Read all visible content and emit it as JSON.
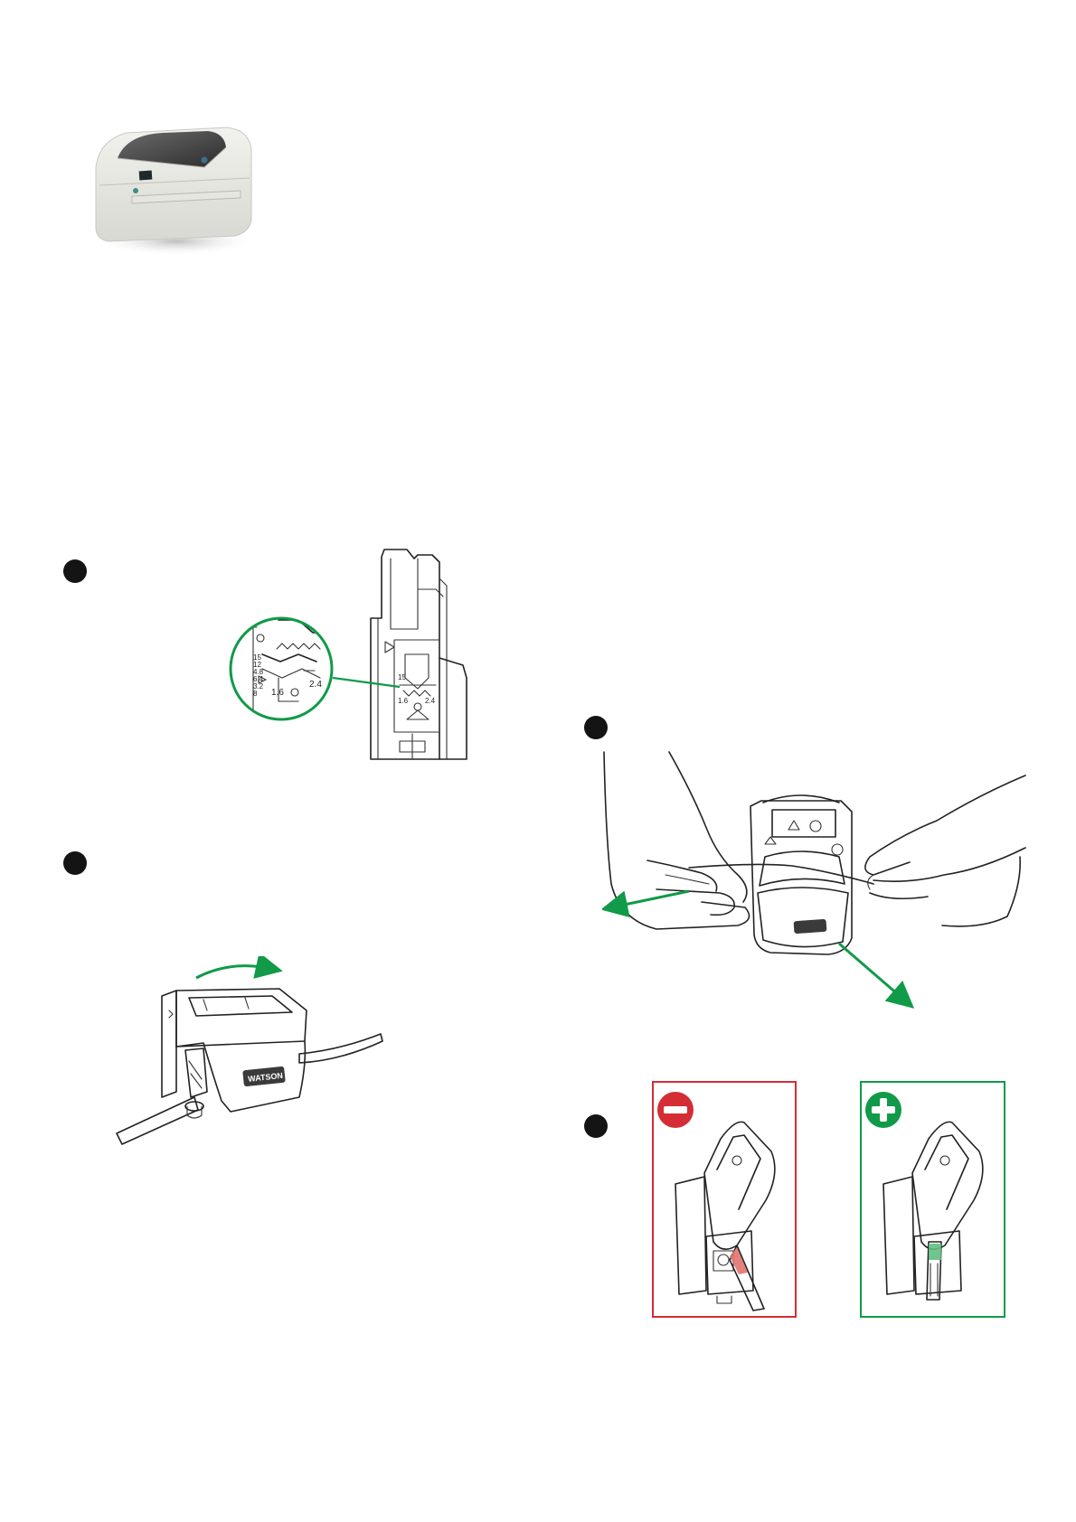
{
  "colors": {
    "accent_green": "#119a48",
    "warning_red": "#d42d35",
    "step_dot": "#141414",
    "ink": "#222222"
  },
  "icons": {
    "printer": "label-printer-photo",
    "minus": "minus-circle-icon",
    "plus": "plus-circle-icon"
  },
  "figure_1": {
    "gauge_labels": [
      "1.6",
      "2.4"
    ],
    "scale_labels": [
      "15",
      "12",
      "4.8",
      "6.4",
      "3.2",
      "8"
    ]
  },
  "figure_2": {
    "pump_label": "WATSON"
  },
  "figure_4": {
    "wrong_label": "",
    "right_label": ""
  }
}
